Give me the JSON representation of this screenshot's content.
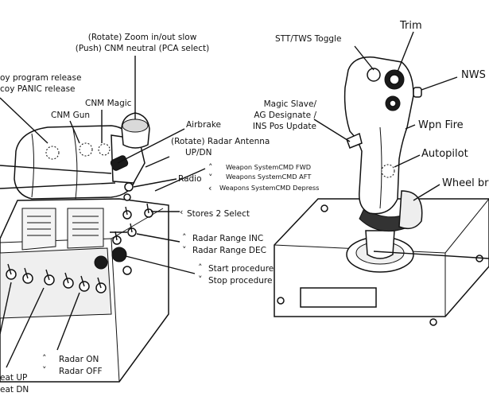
{
  "labels": {
    "zoom_rotate": "(Rotate) Zoom in/out slow",
    "zoom_push": "(Push) CNM neutral (PCA select)",
    "decoy_release": "oy program release",
    "decoy_panic": "coy PANIC release",
    "cnm_magic": "CNM Magic",
    "cnm_gun": "CNM Gun",
    "airbrake": "Airbrake",
    "radar_antenna": "(Rotate) Radar Antenna",
    "radar_antenna_2": "UP/DN",
    "radio": "Radio",
    "weapon_fwd": "Weapon SystemCMD FWD",
    "weapons_aft": "Weapons SystemCMD AFT",
    "weapons_depress": "Weapons SystemCMD Depress",
    "stores2": "Stores 2 Select",
    "radar_range_inc": "Radar Range INC",
    "radar_range_dec": "Radar Range DEC",
    "start_proc": "Start procedure",
    "stop_proc": "Stop procedure",
    "radar_on": "Radar ON",
    "radar_off": "Radar OFF",
    "seat_up": "eat UP",
    "seat_dn": "eat DN",
    "stt_tws": "STT/TWS Toggle",
    "trim": "Trim",
    "nws": "NWS",
    "magic_slave": "Magic Slave/",
    "ag_designate": "AG Designate /",
    "ins_pos": "INS Pos Update",
    "wpn_fire": "Wpn Fire",
    "autopilot": "Autopilot",
    "wheel_brake": "Wheel bra"
  },
  "icons": {
    "up": "chevron-up",
    "down": "chevron-down",
    "left": "chevron-left"
  }
}
